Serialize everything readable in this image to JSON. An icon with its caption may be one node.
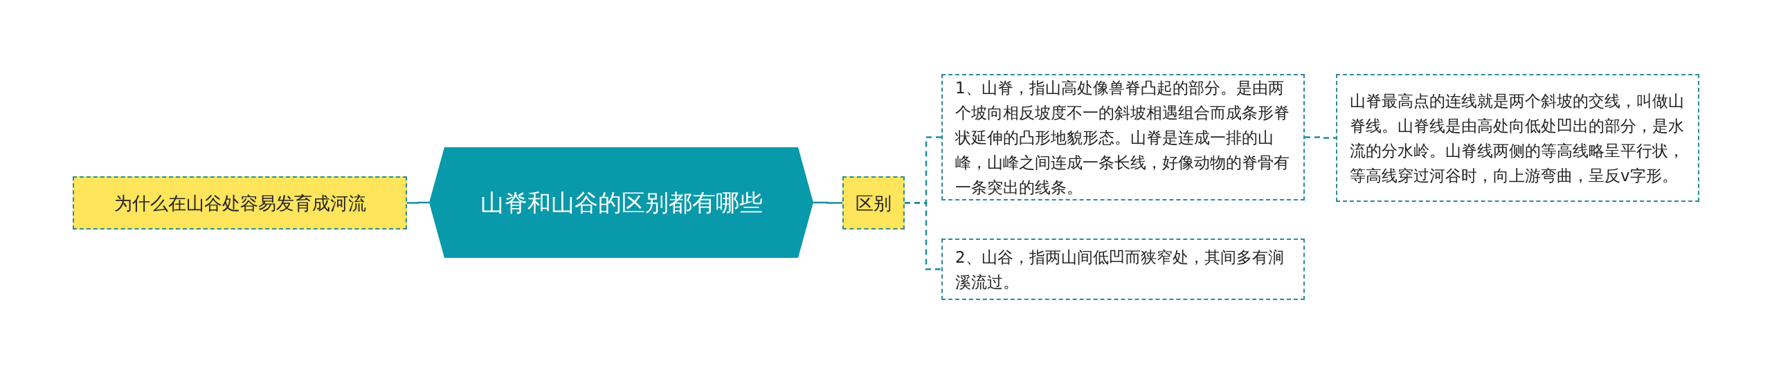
{
  "diagram": {
    "nodes": [
      {
        "text": [
          "为什么在山谷处容易发育成河流"
        ]
      },
      {
        "text": [
          "山脊和山谷的区别都有哪些"
        ]
      },
      {
        "text": [
          "区别"
        ]
      },
      {
        "text": [
          "1、山脊，指山高处像兽脊凸起的部分。是由两个坡向相反坡度不一的斜坡相遇组合而成条形脊状延伸的凸形地貌形态。山脊是连成一排的山峰，山峰之间连成一条长线，好像动物的脊骨有一条突出的线条。"
        ]
      },
      {
        "text": [
          "山脊最高点的连线就是两个斜坡的交线，叫做山脊线。山脊线是由高处向低处凹出的部分，是水流的分水岭。山脊线两侧的等高线略呈平行状，等高线穿过河谷时，向上游弯曲，呈反v字形。"
        ]
      },
      {
        "text": [
          "2、山谷，指两山间低凹而狭窄处，其间多有涧溪流过。"
        ]
      }
    ],
    "edges": [
      {
        "from": 1,
        "to": 0,
        "arrow": "none"
      },
      {
        "from": 1,
        "to": 2,
        "arrow": "none"
      },
      {
        "from": 2,
        "to": 3,
        "arrow": "none",
        "style": "dashed"
      },
      {
        "from": 2,
        "to": 5,
        "arrow": "none",
        "style": "dashed"
      },
      {
        "from": 3,
        "to": 4,
        "arrow": "none",
        "style": "dashed"
      }
    ]
  }
}
